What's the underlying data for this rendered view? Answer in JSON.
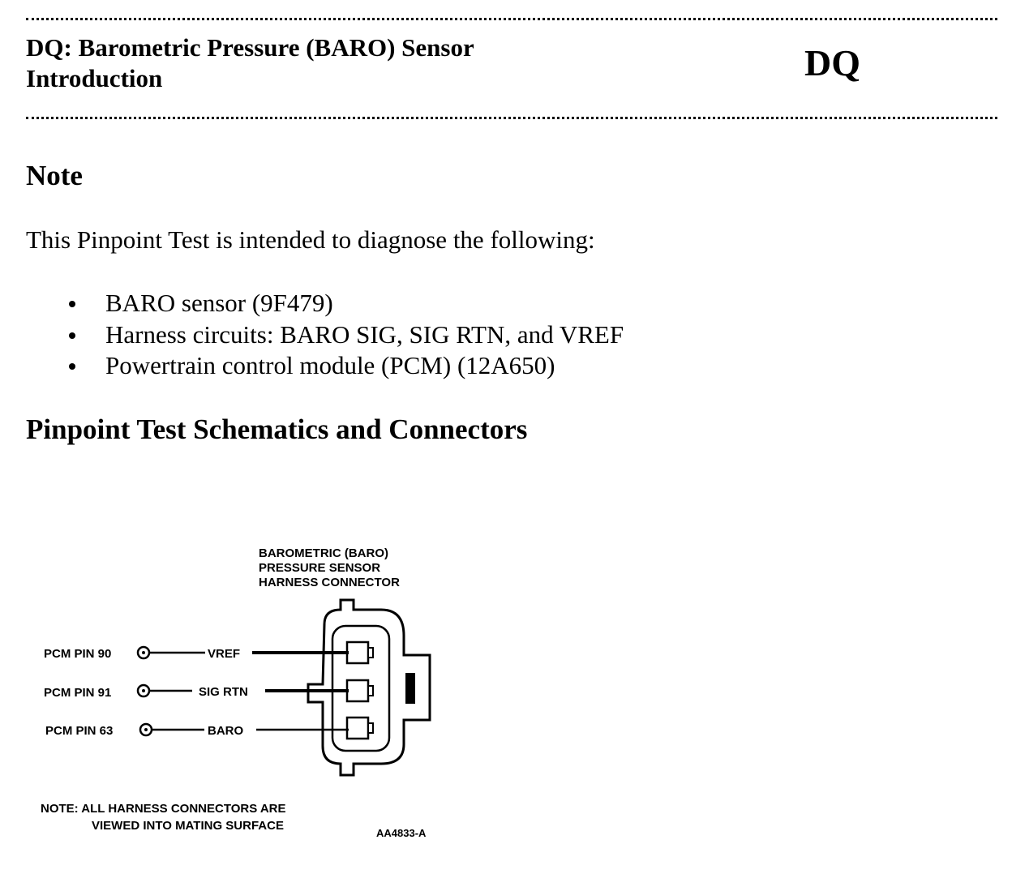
{
  "header": {
    "title_line1": "DQ: Barometric Pressure (BARO) Sensor",
    "title_line2": "Introduction",
    "code": "DQ"
  },
  "note": {
    "heading": "Note",
    "intro": "This Pinpoint Test is intended to diagnose the following:",
    "items": [
      "BARO sensor (9F479)",
      "Harness circuits: BARO SIG, SIG RTN, and VREF",
      "Powertrain control module (PCM) (12A650)"
    ]
  },
  "schematics": {
    "heading": "Pinpoint Test Schematics and Connectors"
  },
  "diagram": {
    "connector_title": [
      "BAROMETRIC (BARO)",
      "PRESSURE SENSOR",
      "HARNESS CONNECTOR"
    ],
    "pins": [
      {
        "pcm_label": "PCM PIN 90",
        "circuit": "VREF"
      },
      {
        "pcm_label": "PCM PIN 91",
        "circuit": "SIG RTN"
      },
      {
        "pcm_label": "PCM PIN 63",
        "circuit": "BARO"
      }
    ],
    "note_line1": "NOTE: ALL HARNESS CONNECTORS ARE",
    "note_line2": "VIEWED INTO MATING SURFACE",
    "figure_id": "AA4833-A"
  }
}
